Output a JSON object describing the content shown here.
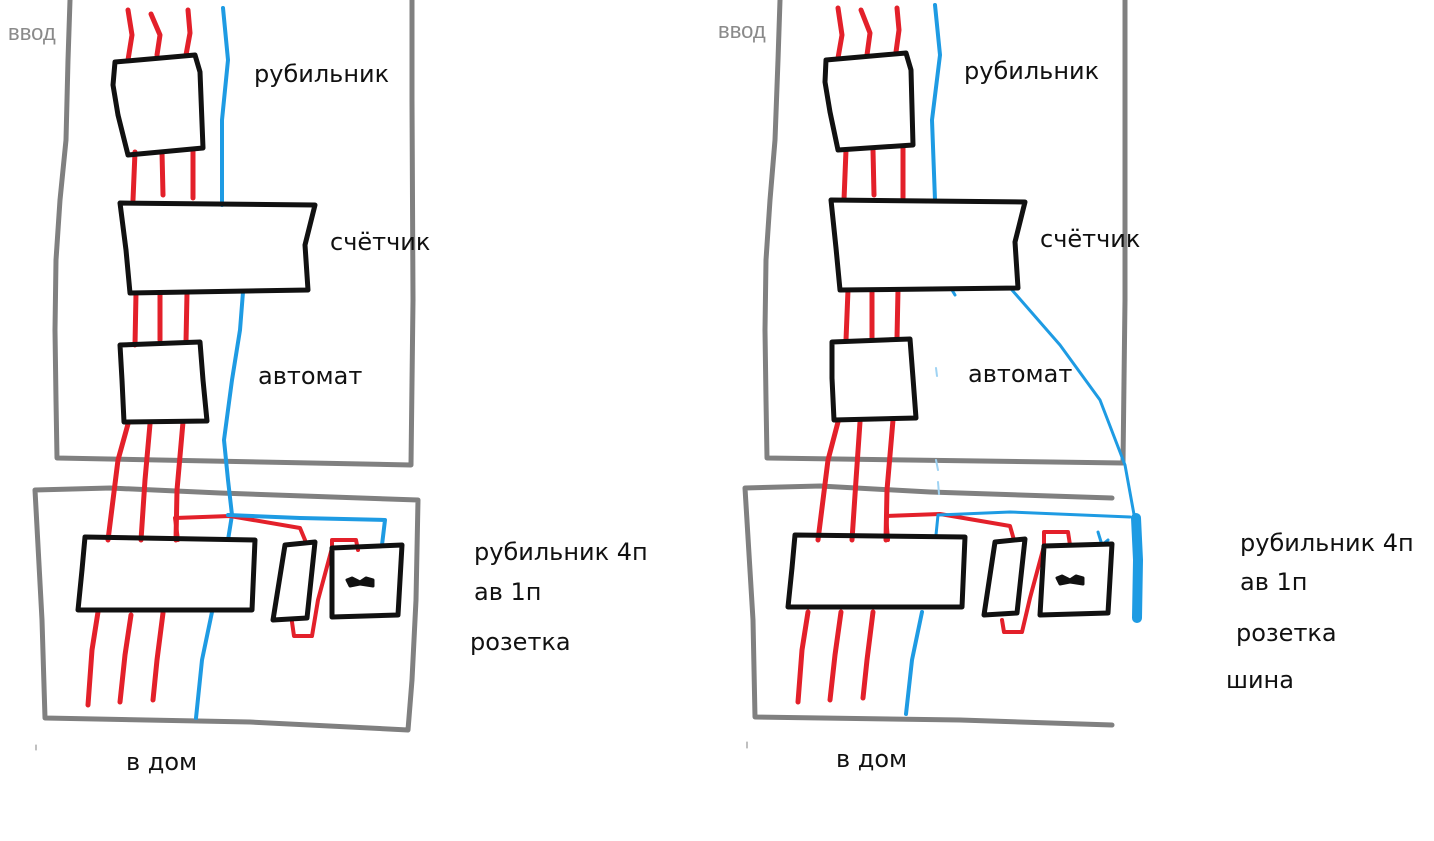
{
  "colors": {
    "enclosure": "#808080",
    "device": "#111111",
    "phase": "#e3202a",
    "neutral": "#1e9be3",
    "label": "#111111",
    "vvod": "#8a8a8a"
  },
  "left": {
    "vvod": "ввод",
    "rubilnik": "рубильник",
    "schetchik": "счётчик",
    "avtomat": "автомат",
    "rubilnik4p": "рубильник 4п",
    "av1p": "ав 1п",
    "rozetka": "розетка",
    "vdom": "в дом"
  },
  "right": {
    "vvod": "ввод",
    "rubilnik": "рубильник",
    "schetchik": "счётчик",
    "avtomat": "автомат",
    "rubilnik4p": "рубильник 4п",
    "av1p": "ав 1п",
    "rozetka": "розетка",
    "shina": "шина",
    "vdom": "в дом"
  }
}
